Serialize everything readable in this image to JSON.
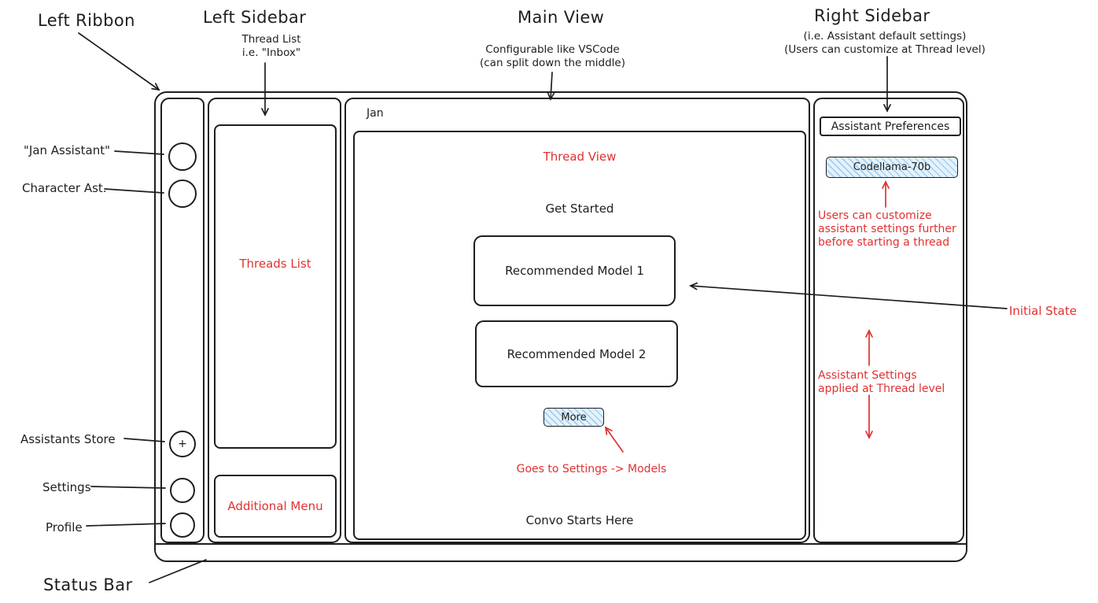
{
  "colors": {
    "stroke": "#1e1e1e",
    "annotation_red": "#e03131",
    "hatch_fill": "#e2f2fc",
    "hatch_stripe": "#74b6e8"
  },
  "annotations": {
    "left_ribbon": {
      "title": "Left Ribbon"
    },
    "left_sidebar": {
      "title": "Left Sidebar",
      "lines": [
        "Thread List",
        "i.e. \"Inbox\""
      ]
    },
    "main_view": {
      "title": "Main View",
      "lines": [
        "Configurable like VSCode",
        "(can split down the middle)"
      ]
    },
    "right_sidebar": {
      "title": "Right Sidebar",
      "lines": [
        "(i.e. Assistant default settings)",
        "(Users can customize at Thread level)"
      ]
    },
    "jan_assistant": "\"Jan Assistant\"",
    "character_ast": "Character Ast.",
    "assistants_store": "Assistants Store",
    "settings": "Settings",
    "profile": "Profile",
    "status_bar": "Status Bar",
    "initial_state": "Initial State"
  },
  "app": {
    "header": "Jan",
    "ribbon": {
      "plus": "+"
    },
    "sidebar": {
      "threads_list": "Threads List",
      "additional_menu": "Additional Menu"
    },
    "main": {
      "thread_view": "Thread View",
      "get_started": "Get Started",
      "model_1": "Recommended Model 1",
      "model_2": "Recommended Model 2",
      "more": "More",
      "convo_starts": "Convo Starts Here"
    },
    "right": {
      "header": "Assistant Preferences",
      "model_chip": "Codellama-70b"
    }
  },
  "red_notes": {
    "goes_to_settings": "Goes to Settings -> Models",
    "customize_lines": [
      "Users can customize",
      "assistant settings further",
      "before starting a thread"
    ],
    "applied_lines": [
      "Assistant Settings",
      "applied at Thread level"
    ]
  }
}
